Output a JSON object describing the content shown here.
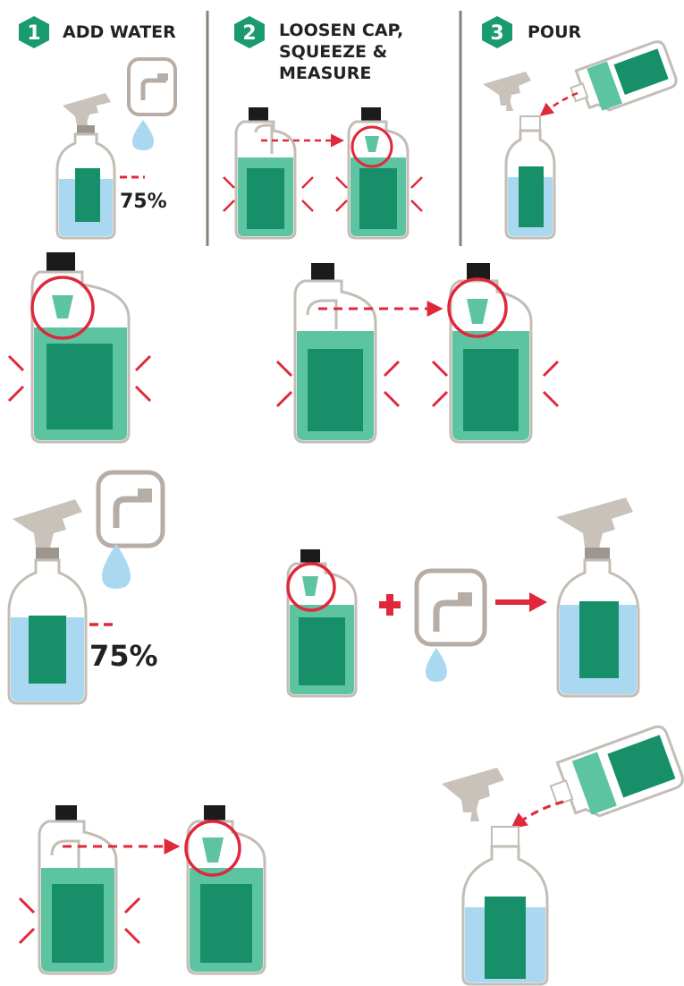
{
  "steps": [
    {
      "number": "1",
      "title_lines": [
        "ADD WATER"
      ]
    },
    {
      "number": "2",
      "title_lines": [
        "LOOSEN CAP,",
        "SQUEEZE &",
        "MEASURE"
      ]
    },
    {
      "number": "3",
      "title_lines": [
        "POUR"
      ]
    }
  ],
  "fill_label": "75%",
  "fill_label_large": "75%",
  "colors": {
    "badge": "#1a9a70",
    "concentrate": "#5dc4a2",
    "label": "#17906a",
    "water": "#a9d8f0",
    "outline": "#c4bdb5",
    "trigger": "#c9c2ba",
    "cap": "#1b1b1b",
    "accent": "#e0283b",
    "divider": "#8a8178"
  },
  "icons": {
    "badge": "hexagon-badge-icon",
    "tap": "tap-icon",
    "drop": "water-drop-icon",
    "plus": "plus-icon",
    "arrow": "right-arrow-icon"
  }
}
